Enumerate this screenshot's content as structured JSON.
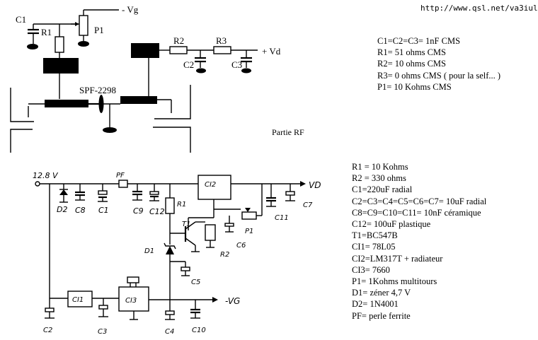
{
  "url": "http://www.qsl.net/va3iul",
  "rf": {
    "c1": "C1",
    "r1": "R1",
    "p1": "P1",
    "vg": "- Vg",
    "r2": "R2",
    "r3": "R3",
    "c2": "C2",
    "c3": "C3",
    "vd": "+ Vd",
    "part": "SPF-2298",
    "section": "Partie RF"
  },
  "rf_notes": [
    "C1=C2=C3= 1nF CMS",
    "R1= 51 ohms CMS",
    "R2= 10 ohms CMS",
    "R3= 0 ohms CMS ( pour la self... )",
    "P1= 10 Kohms CMS"
  ],
  "bias": {
    "vin": "12.8 V",
    "pf": "PF",
    "d2": "D2",
    "c8": "C8",
    "c1": "C1",
    "c9": "C9",
    "c12": "C12",
    "ci2": "CI2",
    "r1": "R1",
    "t1": "T1",
    "c6": "C6",
    "p1": "P1",
    "r2": "R2",
    "c11": "C11",
    "c7": "C7",
    "vd": "VD",
    "d1": "D1",
    "c5": "C5",
    "ci1": "CI1",
    "ci3": "CI3",
    "vg": "-VG",
    "c2": "C2",
    "c3": "C3",
    "c4": "C4",
    "c10": "C10"
  },
  "bom_notes": [
    "R1 = 10 Kohms",
    "R2 = 330 ohms",
    "C1=220uF radial",
    "C2=C3=C4=C5=C6=C7= 10uF radial",
    "C8=C9=C10=C11= 10nF céramique",
    "C12= 100uF plastique",
    "T1=BC547B",
    "CI1= 78L05",
    "CI2=LM317T + radiateur",
    "CI3= 7660",
    "P1= 1Kohms multitours",
    "D1= zéner 4,7 V",
    "D2= 1N4001",
    "PF= perle ferrite"
  ]
}
